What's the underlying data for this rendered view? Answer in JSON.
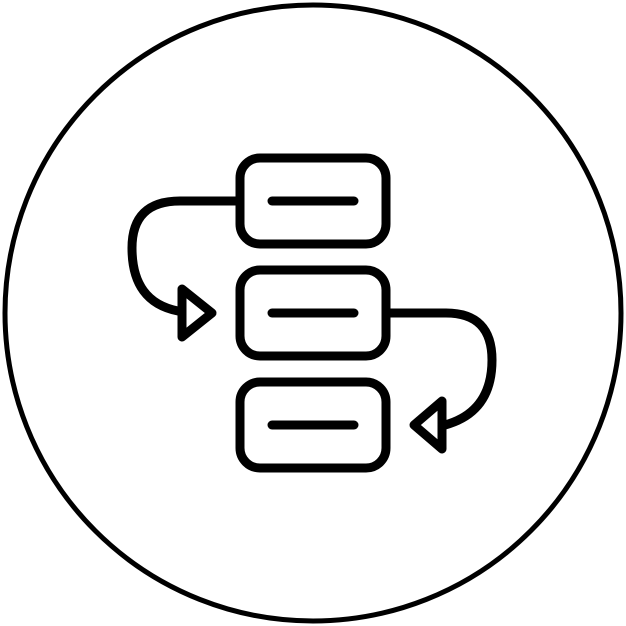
{
  "icon": {
    "name": "workflow-process-icon",
    "stroke_color": "#000000",
    "background_color": "#ffffff"
  },
  "steps": [
    {
      "name": "step-1"
    },
    {
      "name": "step-2"
    },
    {
      "name": "step-3"
    }
  ]
}
